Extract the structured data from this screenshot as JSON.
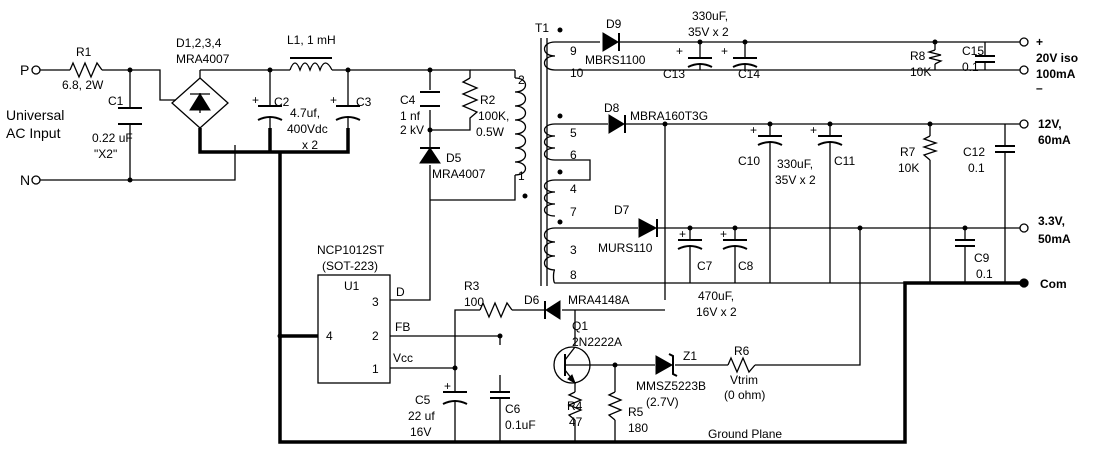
{
  "terminals": {
    "p": "P",
    "n": "N",
    "input_label_1": "Universal",
    "input_label_2": "AC Input",
    "out_20v_1": "20V iso",
    "out_20v_2": "100mA",
    "out_12v_1": "12V,",
    "out_12v_2": "60mA",
    "out_3v3_1": "3.3V,",
    "out_3v3_2": "50mA",
    "com": "Com",
    "plus": "+",
    "minus": "–"
  },
  "components": {
    "r1": [
      "R1",
      "6.8, 2W"
    ],
    "c1": [
      "C1",
      "0.22 uF",
      "\"X2\""
    ],
    "bridge": [
      "D1,2,3,4",
      "MRA4007"
    ],
    "l1": [
      "L1, 1 mH"
    ],
    "c2": [
      "C2"
    ],
    "c3": [
      "C3"
    ],
    "bulk_caps": [
      "4.7uf,",
      "400Vdc",
      "x 2"
    ],
    "c4": [
      "C4",
      "1 nf",
      "2 kV"
    ],
    "r2": [
      "R2",
      "100K,",
      "0.5W"
    ],
    "d5": [
      "D5",
      "MRA4007"
    ],
    "t1": [
      "T1"
    ],
    "d9": [
      "D9",
      "MBRS1100"
    ],
    "c13": [
      "C13"
    ],
    "c14": [
      "C14"
    ],
    "c13_c14_value": [
      "330uF,",
      "35V x 2"
    ],
    "r8": [
      "R8",
      "10K"
    ],
    "c15": [
      "C15",
      "0.1"
    ],
    "d8": [
      "D8",
      "MBRA160T3G"
    ],
    "c10": [
      "C10"
    ],
    "c11": [
      "C11"
    ],
    "c10_c11_value": [
      "330uF,",
      "35V x 2"
    ],
    "r7": [
      "R7",
      "10K"
    ],
    "c12": [
      "C12",
      "0.1"
    ],
    "d7": [
      "D7",
      "MURS110"
    ],
    "c7": [
      "C7"
    ],
    "c8": [
      "C8"
    ],
    "c7_c8_value": [
      "470uF,",
      "16V x 2"
    ],
    "c9": [
      "C9",
      "0.1"
    ],
    "u1": [
      "NCP1012ST",
      "(SOT-223)",
      "U1"
    ],
    "u1_pins": {
      "d_num": "3",
      "d_name": "D",
      "fb_num": "2",
      "fb_name": "FB",
      "vcc_num": "1",
      "vcc_name": "Vcc",
      "gnd_num": "4"
    },
    "r3": [
      "R3",
      "100"
    ],
    "d6": [
      "D6",
      "MRA4148A"
    ],
    "q1": [
      "Q1",
      "2N2222A"
    ],
    "z1": [
      "Z1",
      "MMSZ5223B",
      "(2.7V)"
    ],
    "r6": [
      "R6",
      "Vtrim",
      "(0 ohm)"
    ],
    "c5": [
      "C5",
      "22 uf",
      "16V"
    ],
    "c6": [
      "C6",
      "0.1uF"
    ],
    "r4": [
      "R4",
      "47"
    ],
    "r5": [
      "R5",
      "180"
    ],
    "ground_plane": "Ground Plane",
    "cap_plus": "+"
  },
  "transformer_pins": [
    "1",
    "2",
    "3",
    "4",
    "5",
    "6",
    "7",
    "8",
    "9",
    "10"
  ]
}
